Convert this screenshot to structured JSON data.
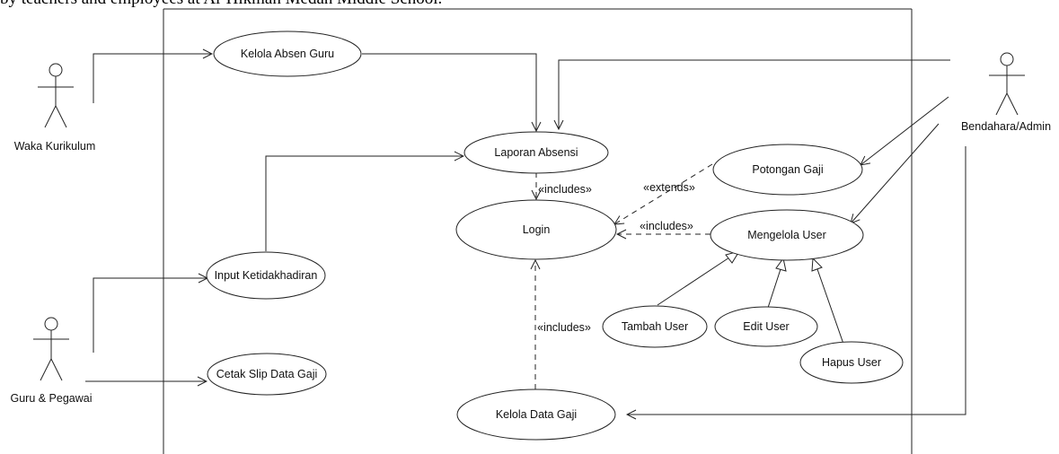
{
  "caption": "by teachers and employees at Al-Hikmah Medan Middle School.",
  "actors": {
    "waka_kurikulum": "Waka Kurikulum",
    "guru_pegawai": "Guru & Pegawai",
    "bendahara_admin": "Bendahara/Admin"
  },
  "use_cases": {
    "kelola_absen_guru": "Kelola Absen Guru",
    "laporan_absensi": "Laporan Absensi",
    "login": "Login",
    "input_ketidakhadiran": "Input Ketidakhadiran",
    "cetak_slip": "Cetak Slip Data Gaji",
    "kelola_data_gaji": "Kelola Data Gaji",
    "potongan_gaji": "Potongan Gaji",
    "mengelola_user": "Mengelola User",
    "tambah_user": "Tambah User",
    "edit_user": "Edit User",
    "hapus_user": "Hapus User"
  },
  "stereotypes": {
    "includes_laporan": "«includes»",
    "extends_potongan": "«extends»",
    "includes_user": "«includes»",
    "includes_gaji": "«includes»"
  }
}
